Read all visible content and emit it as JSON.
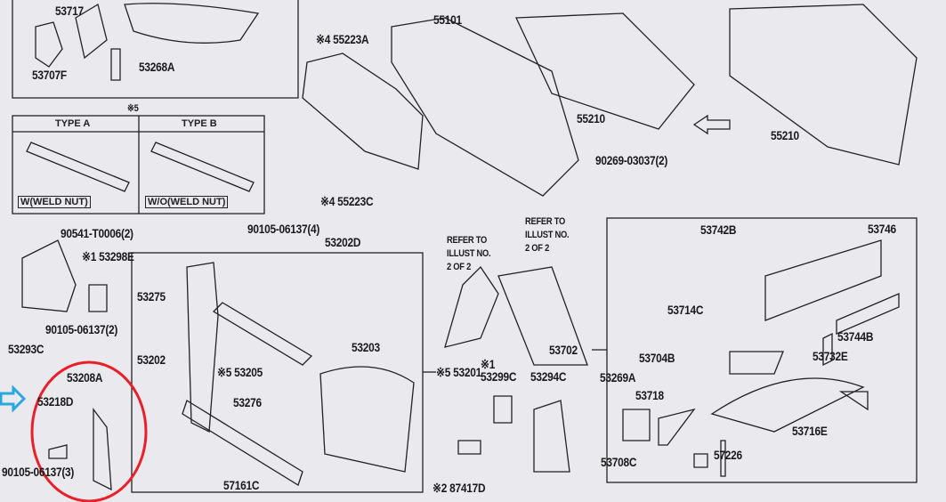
{
  "top_left": {
    "parts": [
      "53717",
      "53707F",
      "53268A"
    ]
  },
  "type_table": {
    "note": "※5",
    "type_a": "TYPE A",
    "type_b": "TYPE B",
    "caption_a": "W(WELD NUT)",
    "caption_b": "W/O(WELD NUT)"
  },
  "dash_panel": {
    "p55223A": "※4 55223A",
    "p55101": "55101",
    "p55210a": "55210",
    "p55210b": "55210",
    "p90269": "90269-03037(2)",
    "p55223C": "※4 55223C"
  },
  "front_left": {
    "p90541": "90541-T0006(2)",
    "p53298E": "※1 53298E",
    "p53293C": "53293C",
    "p90105_2": "90105-06137(2)",
    "p53208A": "53208A",
    "p53218D": "53218D",
    "p90105_3": "90105-06137(3)"
  },
  "support_box": {
    "p53275": "53275",
    "p53202": "53202",
    "p90105_4": "90105-06137(4)",
    "p53202D": "53202D",
    "p53205": "※5 53205",
    "p53276": "53276",
    "p57161C": "57161C",
    "p53203": "53203",
    "p53201": "※5 53201"
  },
  "middle": {
    "refer1": "REFER TO\nILLUST NO.\n2 OF 2",
    "refer2": "REFER TO\nILLUST NO.\n2 OF 2",
    "p53299C": "※1 53299C",
    "p53294C": "53294C",
    "p87417D": "※2 87417D"
  },
  "apron_box": {
    "p53702": "53702",
    "p53742B": "53742B",
    "p53746": "53746",
    "p53714C": "53714C",
    "p53744B": "53744B",
    "p53704B": "53704B",
    "p53732E": "53732E",
    "p53269A": "53269A",
    "p53718": "53718",
    "p53716E": "53716E",
    "p53708C": "53708C",
    "p57226": "57226"
  },
  "colors": {
    "highlight": "#e8202a",
    "arrow": "#29a8e0",
    "line": "#222222",
    "background": "#e9e9ee"
  }
}
